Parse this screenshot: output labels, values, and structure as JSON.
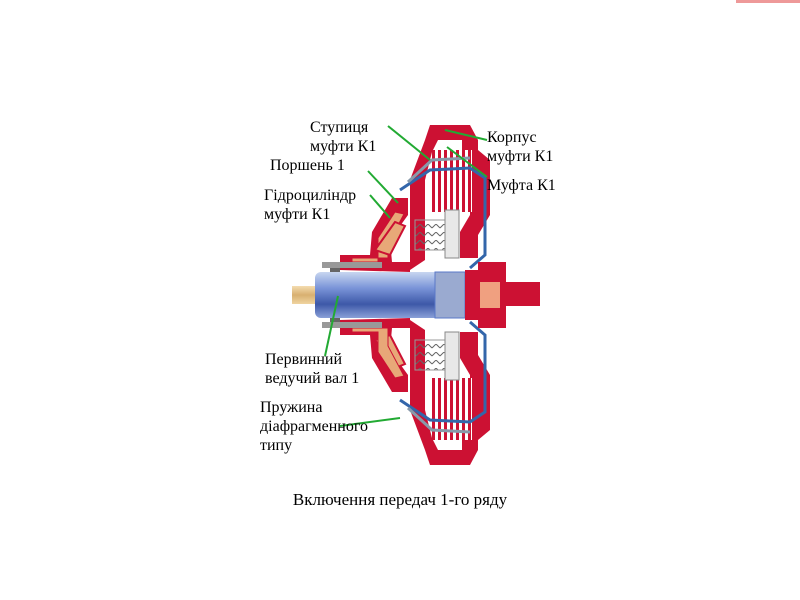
{
  "labels": {
    "hub": "Ступиця\nмуфти К1",
    "piston": "Поршень 1",
    "cylinder": "Гідроциліндр\nмуфти К1",
    "housing": "Корпус\nмуфти К1",
    "clutch": "Муфта К1",
    "shaft": "Первинний\nведучий вал 1",
    "spring": "Пружина\nдіафрагменного\nтипу"
  },
  "caption": "Включення передач 1-го ряду",
  "colors": {
    "housing": "#cc1133",
    "cylinder_fill": "#e8a878",
    "leader": "#22aa33",
    "shaft": "#5a78c8",
    "shaft_tip": "#e8c890",
    "plate_steel": "#8899aa",
    "plate_friction": "#f0a0a8",
    "diaphragm": "#3366aa",
    "corner": "#ee9999"
  },
  "icons": [
    "clutch-cross-section-diagram"
  ]
}
